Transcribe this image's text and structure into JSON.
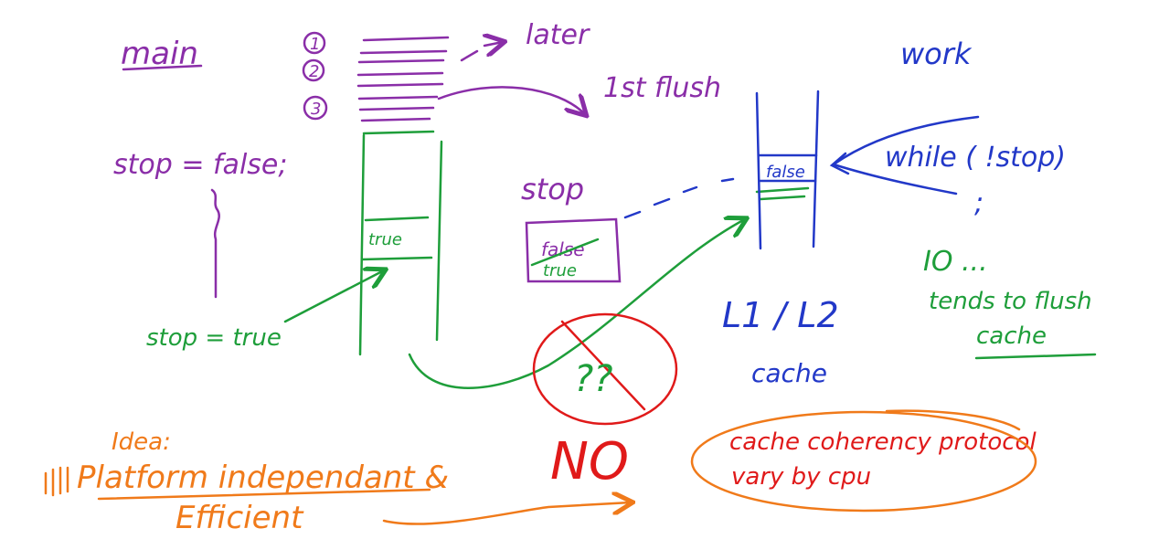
{
  "colors": {
    "purple": "#8a2ea8",
    "green": "#1e9e3a",
    "blue": "#2238c8",
    "red": "#e01a1a",
    "orange": "#f07a1a",
    "background": "#ffffff"
  },
  "main_thread": {
    "title": "main",
    "steps": [
      "1",
      "2",
      "3"
    ],
    "later_note": "later",
    "flush_note": "1st flush",
    "init_statement": "stop = false;",
    "set_statement": "stop = true"
  },
  "shared_memory": {
    "label": "stop",
    "old_value": "false",
    "new_value": "true"
  },
  "main_stack_value": "true",
  "worker_thread": {
    "title": "work",
    "loop_statement": "while ( !stop)",
    "semicolon": ";",
    "cached_value": "false"
  },
  "cache_labels": {
    "levels": "L1 / L2",
    "cache": "cache"
  },
  "io_note": {
    "line1": "IO ...",
    "line2": "tends to flush",
    "line3": "cache"
  },
  "uncertain_mark": "??",
  "verdict": "NO",
  "coherence_note": {
    "line1": "cache coherency protocol",
    "line2": "vary by cpu"
  },
  "idea": {
    "label": "Idea:",
    "line1": "Platform independant &",
    "line2": "Efficient"
  }
}
